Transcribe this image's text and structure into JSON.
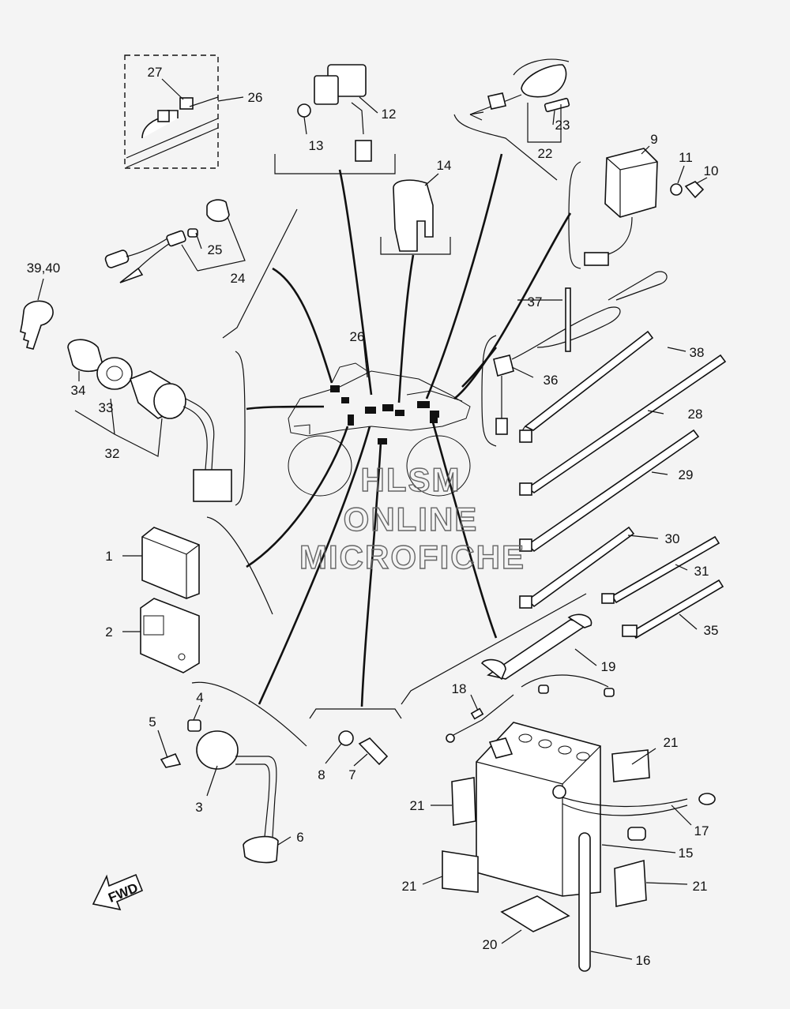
{
  "callouts": [
    {
      "id": "c1",
      "text": "1"
    },
    {
      "id": "c2",
      "text": "2"
    },
    {
      "id": "c3",
      "text": "3"
    },
    {
      "id": "c4",
      "text": "4"
    },
    {
      "id": "c5",
      "text": "5"
    },
    {
      "id": "c6",
      "text": "6"
    },
    {
      "id": "c7",
      "text": "7"
    },
    {
      "id": "c8",
      "text": "8"
    },
    {
      "id": "c9",
      "text": "9"
    },
    {
      "id": "c10",
      "text": "10"
    },
    {
      "id": "c11",
      "text": "11"
    },
    {
      "id": "c12",
      "text": "12"
    },
    {
      "id": "c13",
      "text": "13"
    },
    {
      "id": "c14",
      "text": "14"
    },
    {
      "id": "c15",
      "text": "15"
    },
    {
      "id": "c16",
      "text": "16"
    },
    {
      "id": "c17",
      "text": "17"
    },
    {
      "id": "c18",
      "text": "18"
    },
    {
      "id": "c19",
      "text": "19"
    },
    {
      "id": "c20",
      "text": "20"
    },
    {
      "id": "c21a",
      "text": "21"
    },
    {
      "id": "c21b",
      "text": "21"
    },
    {
      "id": "c21c",
      "text": "21"
    },
    {
      "id": "c21d",
      "text": "21"
    },
    {
      "id": "c22",
      "text": "22"
    },
    {
      "id": "c23",
      "text": "23"
    },
    {
      "id": "c24",
      "text": "24"
    },
    {
      "id": "c25",
      "text": "25"
    },
    {
      "id": "c26a",
      "text": "26"
    },
    {
      "id": "c26b",
      "text": "26"
    },
    {
      "id": "c27",
      "text": "27"
    },
    {
      "id": "c28",
      "text": "28"
    },
    {
      "id": "c29",
      "text": "29"
    },
    {
      "id": "c30",
      "text": "30"
    },
    {
      "id": "c31",
      "text": "31"
    },
    {
      "id": "c32",
      "text": "32"
    },
    {
      "id": "c33",
      "text": "33"
    },
    {
      "id": "c34",
      "text": "34"
    },
    {
      "id": "c35",
      "text": "35"
    },
    {
      "id": "c36",
      "text": "36"
    },
    {
      "id": "c37",
      "text": "37"
    },
    {
      "id": "c38",
      "text": "38"
    },
    {
      "id": "c3940",
      "text": "39,40"
    }
  ],
  "watermark": {
    "line1": "HLSM",
    "line2": "ONLINE",
    "line3": "MICROFICHE"
  },
  "fwd_label": "FWD"
}
